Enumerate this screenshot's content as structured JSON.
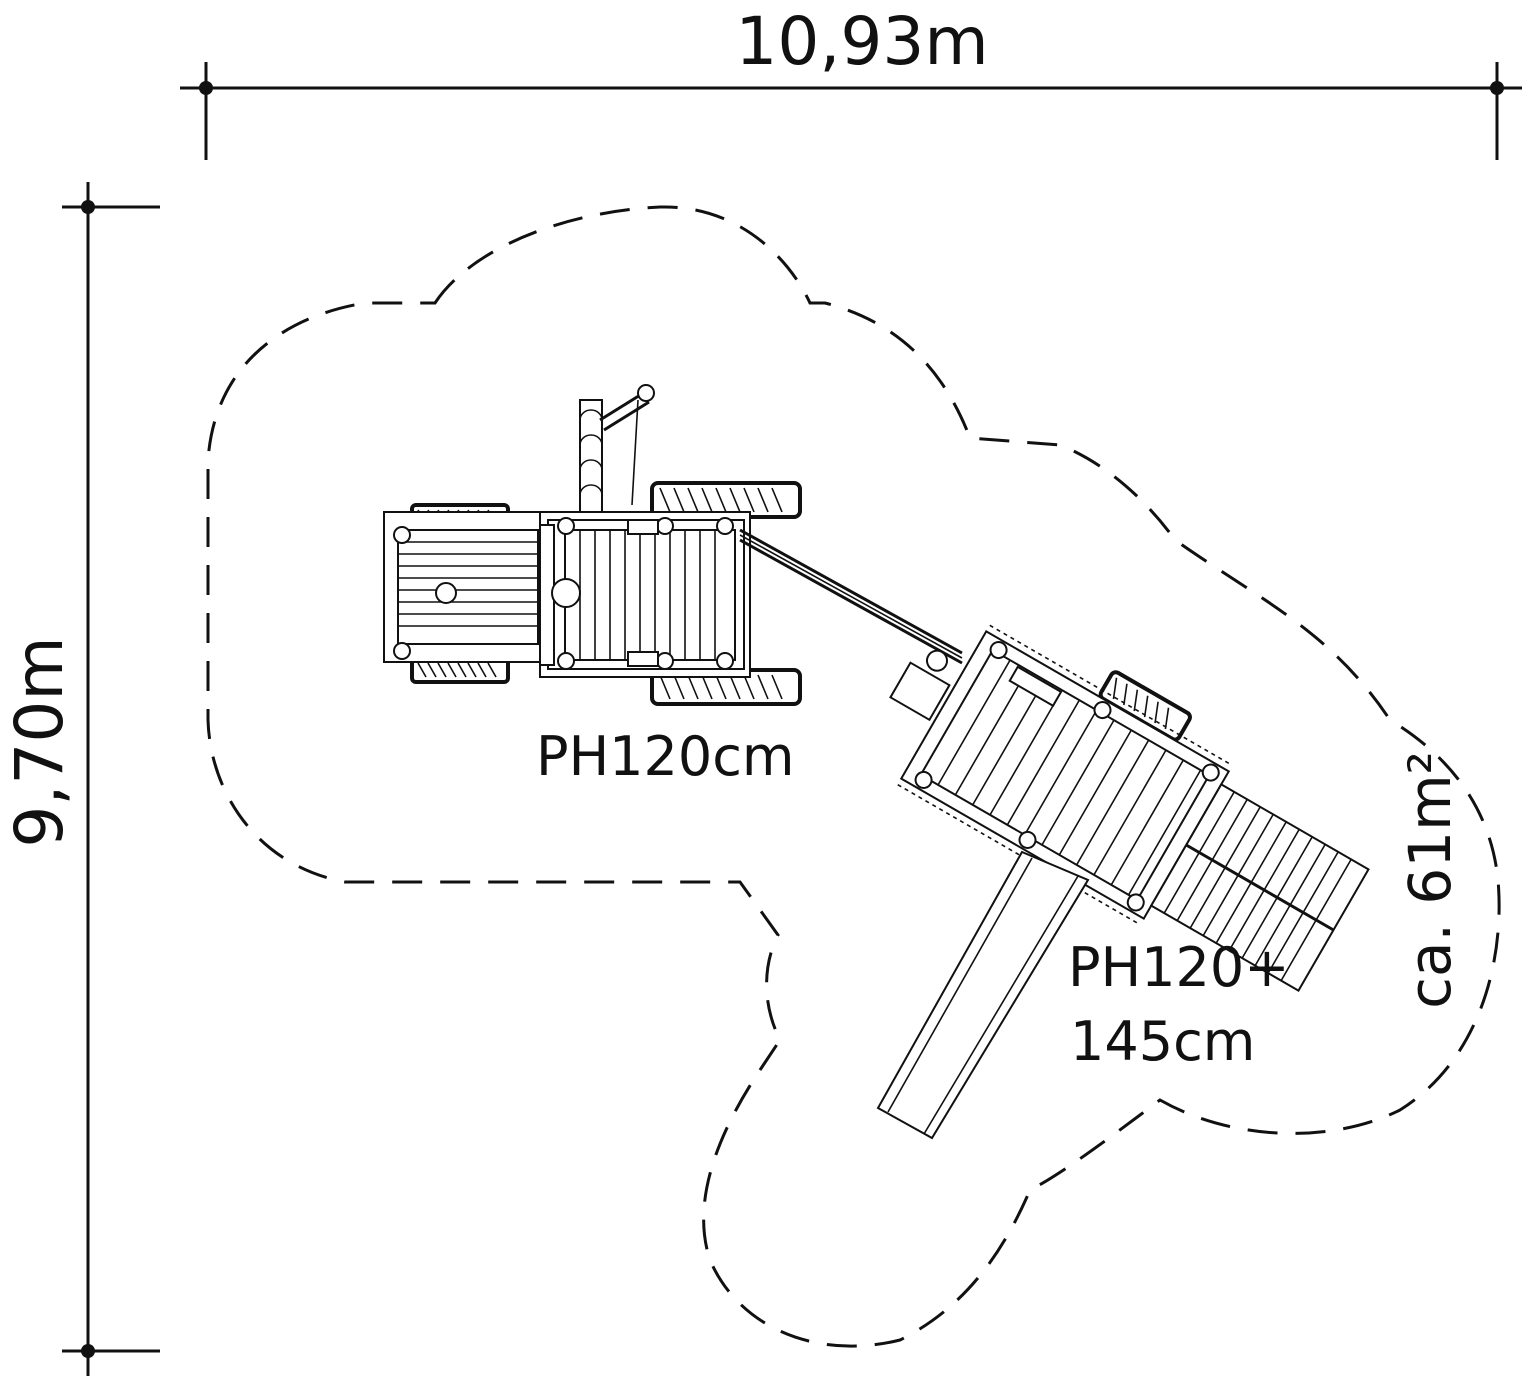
{
  "dimensions": {
    "width_label": "10,93m",
    "height_label": "9,70m"
  },
  "labels": {
    "tower1_height": "PH120cm",
    "tower2_height_line1": "PH120+",
    "tower2_height_line2": "145cm",
    "area": "ca. 61m²"
  },
  "colors": {
    "line": "#111111",
    "background": "#ffffff"
  }
}
